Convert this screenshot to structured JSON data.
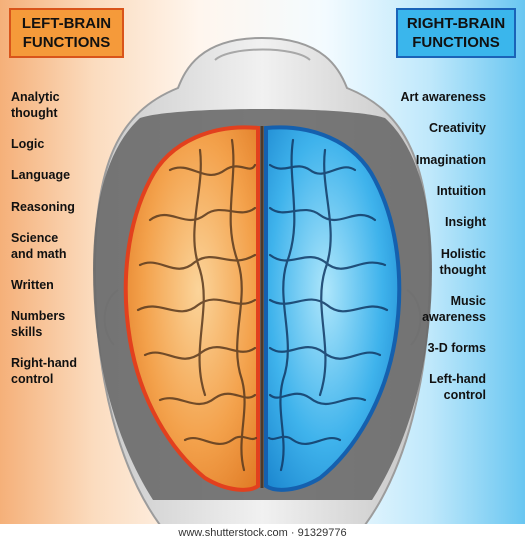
{
  "left": {
    "title": "LEFT-BRAIN\nFUNCTIONS",
    "items": [
      "Analytic\nthought",
      "Logic",
      "Language",
      "Reasoning",
      "Science\nand math",
      "Written",
      "Numbers\nskills",
      "Right-hand\ncontrol"
    ],
    "color": "#f59a3a"
  },
  "right": {
    "title": "RIGHT-BRAIN\nFUNCTIONS",
    "items": [
      "Art awareness",
      "Creativity",
      "Imagination",
      "Intuition",
      "Insight",
      "Holistic\nthought",
      "Music\nawareness",
      "3-D forms",
      "Left-hand\ncontrol"
    ],
    "color": "#3ab6ec"
  },
  "footer": {
    "text": "www.shutterstock.com · 91329776"
  }
}
